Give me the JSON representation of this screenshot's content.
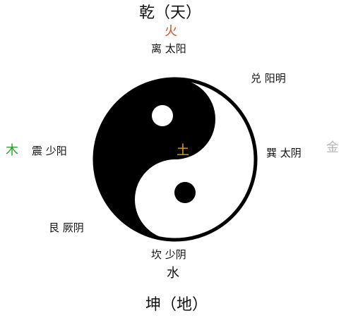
{
  "top_heading": "乾（天）",
  "bottom_heading": "坤（地）",
  "trigrams": {
    "top": "离 太阳",
    "top_right": "兑 阳明",
    "right": "巽 太阴",
    "bottom": "坎 少阴",
    "bottom_left": "艮 厥阴",
    "left": "震 少阳"
  },
  "elements": {
    "fire": {
      "text": "火",
      "color": "#d2522a"
    },
    "wood": {
      "text": "木",
      "color": "#2aa12a"
    },
    "earth": {
      "text": "土",
      "color": "#e0a020"
    },
    "metal": {
      "text": "金",
      "color": "#b8b8b8"
    },
    "water": {
      "text": "水",
      "color": "#111111"
    }
  },
  "colors": {
    "yin": "#000000",
    "yang": "#ffffff"
  }
}
